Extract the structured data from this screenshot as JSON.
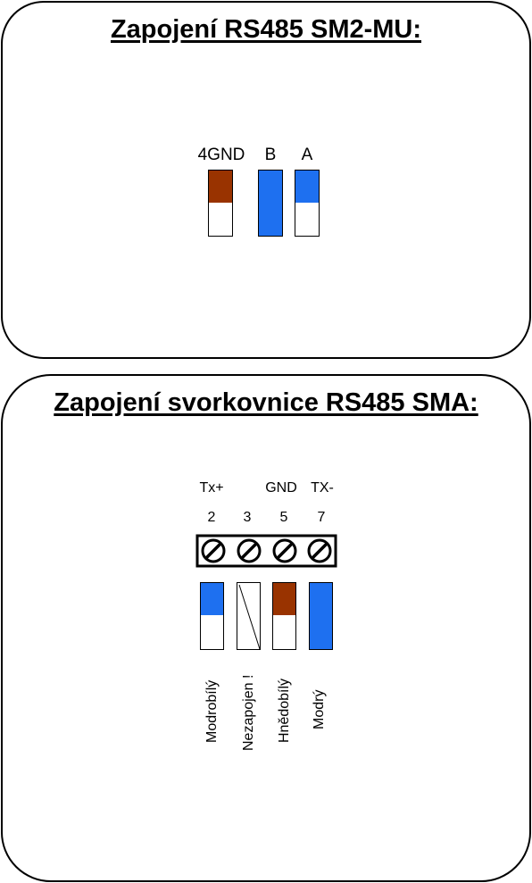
{
  "colors": {
    "blue": "#1e70f0",
    "brown": "#993300",
    "outline": "#000000",
    "white": "#ffffff"
  },
  "top_panel": {
    "title": "Zapojení RS485 SM2-MU:",
    "pins": [
      {
        "label": "4GND",
        "wire": "brown-white"
      },
      {
        "label": "B",
        "wire": "blue"
      },
      {
        "label": "A",
        "wire": "blue-white"
      }
    ]
  },
  "bottom_panel": {
    "title": "Zapojení svorkovnice RS485 SMA:",
    "terminals": [
      {
        "signal": "Tx+",
        "number": "2",
        "wire": "blue-white",
        "wire_label": "Modrobílý"
      },
      {
        "signal": "",
        "number": "3",
        "wire": "none",
        "wire_label": "Nezapojen !"
      },
      {
        "signal": "GND",
        "number": "5",
        "wire": "brown-white",
        "wire_label": "Hnědobílý"
      },
      {
        "signal": "TX-",
        "number": "7",
        "wire": "blue",
        "wire_label": "Modrý"
      }
    ]
  }
}
